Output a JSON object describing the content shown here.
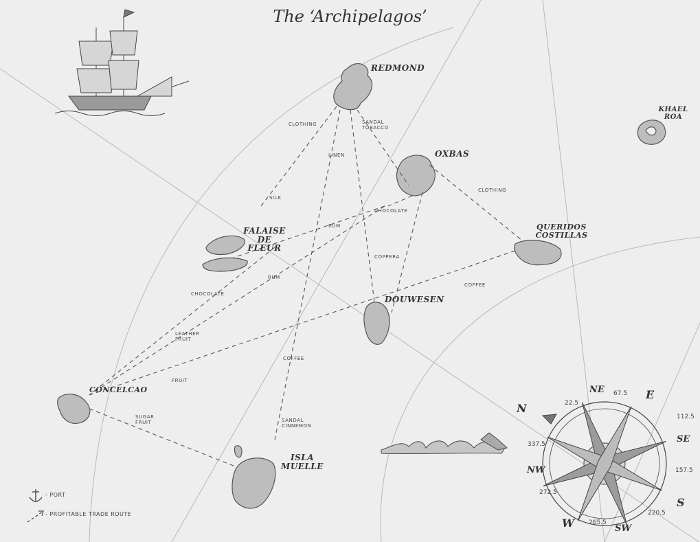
{
  "title": "The ‘Archipelagos’",
  "islands": {
    "redmond": "REDMOND",
    "oxbas": "OXBAS",
    "khael_roa": "KHAEL ROA",
    "falaise": "FALAISE DE FLEUR",
    "queridos": "QUERIDOS COSTILLAS",
    "douwesen": "DOUWESEN",
    "concelcao": "CONCELCAO",
    "isla_muelle": "ISLA MUELLE"
  },
  "trade_goods": {
    "clothing_1": "CLOTHING",
    "sandal_tobacco": "SANDAL TOBACCO",
    "linen": "LINEN",
    "silk": "SILK",
    "clothing_2": "CLOTHING",
    "chocolate_1": "CHOCOLATE",
    "rum_1": "RUM",
    "coppera": "COPPERA",
    "rum_2": "RUM",
    "chocolate_2": "CHOCOLATE",
    "coffee_1": "COFFEE",
    "leather_fruit": "LEATHER FRUIT",
    "coffee_2": "COFFEE",
    "fruit": "FRUIT",
    "sugar_fruit": "SUGAR FRUIT",
    "sandal_cinnemon": "SANDAL CINNEMON"
  },
  "compass": {
    "n": "N",
    "ne": "NE",
    "e": "E",
    "se": "SE",
    "s": "S",
    "sw": "SW",
    "w": "W",
    "nw": "NW",
    "deg_22_5": "22.5",
    "deg_67_5": "67.5",
    "deg_112_5": "112.5",
    "deg_157_5": "157.5",
    "deg_220_5": "220.5",
    "deg_265_5": "265.5",
    "deg_272_5": "272.5",
    "deg_337_5": "337.5"
  },
  "legend": {
    "port": "- PORT",
    "route": "- PROFITABLE TRADE ROUTE"
  },
  "icons": [
    "ship-icon",
    "anchor-icon",
    "compass-rose-icon",
    "sea-serpent-icon"
  ],
  "colors": {
    "paper": "#eeeeee",
    "ink": "#333333"
  }
}
